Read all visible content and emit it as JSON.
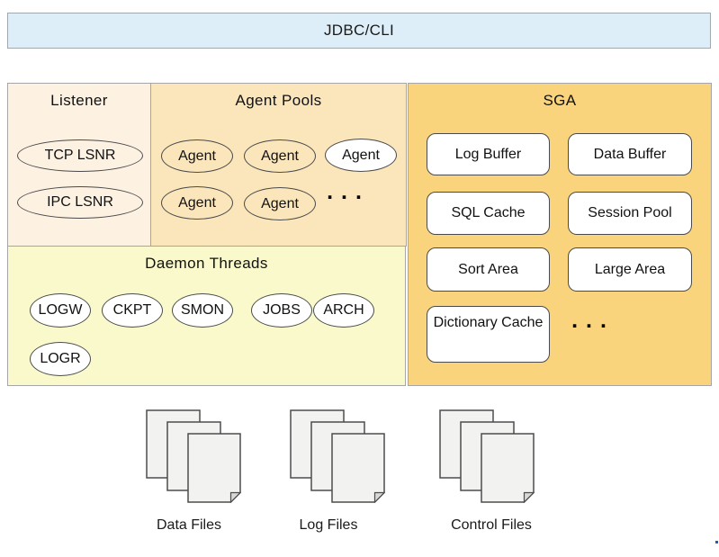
{
  "banner": {
    "label": "JDBC/CLI"
  },
  "sections": {
    "listener": {
      "title": "Listener",
      "items": [
        "TCP LSNR",
        "IPC LSNR"
      ]
    },
    "agent_pools": {
      "title": "Agent Pools",
      "agents": [
        "Agent",
        "Agent",
        "Agent",
        "Agent",
        "Agent"
      ],
      "ellipsis": "..."
    },
    "daemon_threads": {
      "title": "Daemon Threads",
      "items": [
        "LOGW",
        "CKPT",
        "SMON",
        "JOBS",
        "ARCH",
        "LOGR"
      ]
    },
    "sga": {
      "title": "SGA",
      "boxes": [
        "Log Buffer",
        "Data Buffer",
        "SQL Cache",
        "Session Pool",
        "Sort Area",
        "Large Area",
        "Dictionary Cache"
      ],
      "ellipsis": "..."
    }
  },
  "storage": {
    "labels": [
      "Data Files",
      "Log Files",
      "Control Files"
    ]
  },
  "colors": {
    "banner_bg": "#ddeef8",
    "listener_bg": "#fdf1e2",
    "agent_pools_bg": "#fbe6bb",
    "daemon_threads_bg": "#f9f9cc",
    "sga_bg": "#f9d47c",
    "node_fill": "#ffffff",
    "node_stroke": "#4d4d4d",
    "section_border": "#a6a6a6",
    "file_page_fill": "#f2f2f0",
    "artifact_blue": "#0a64c8"
  }
}
